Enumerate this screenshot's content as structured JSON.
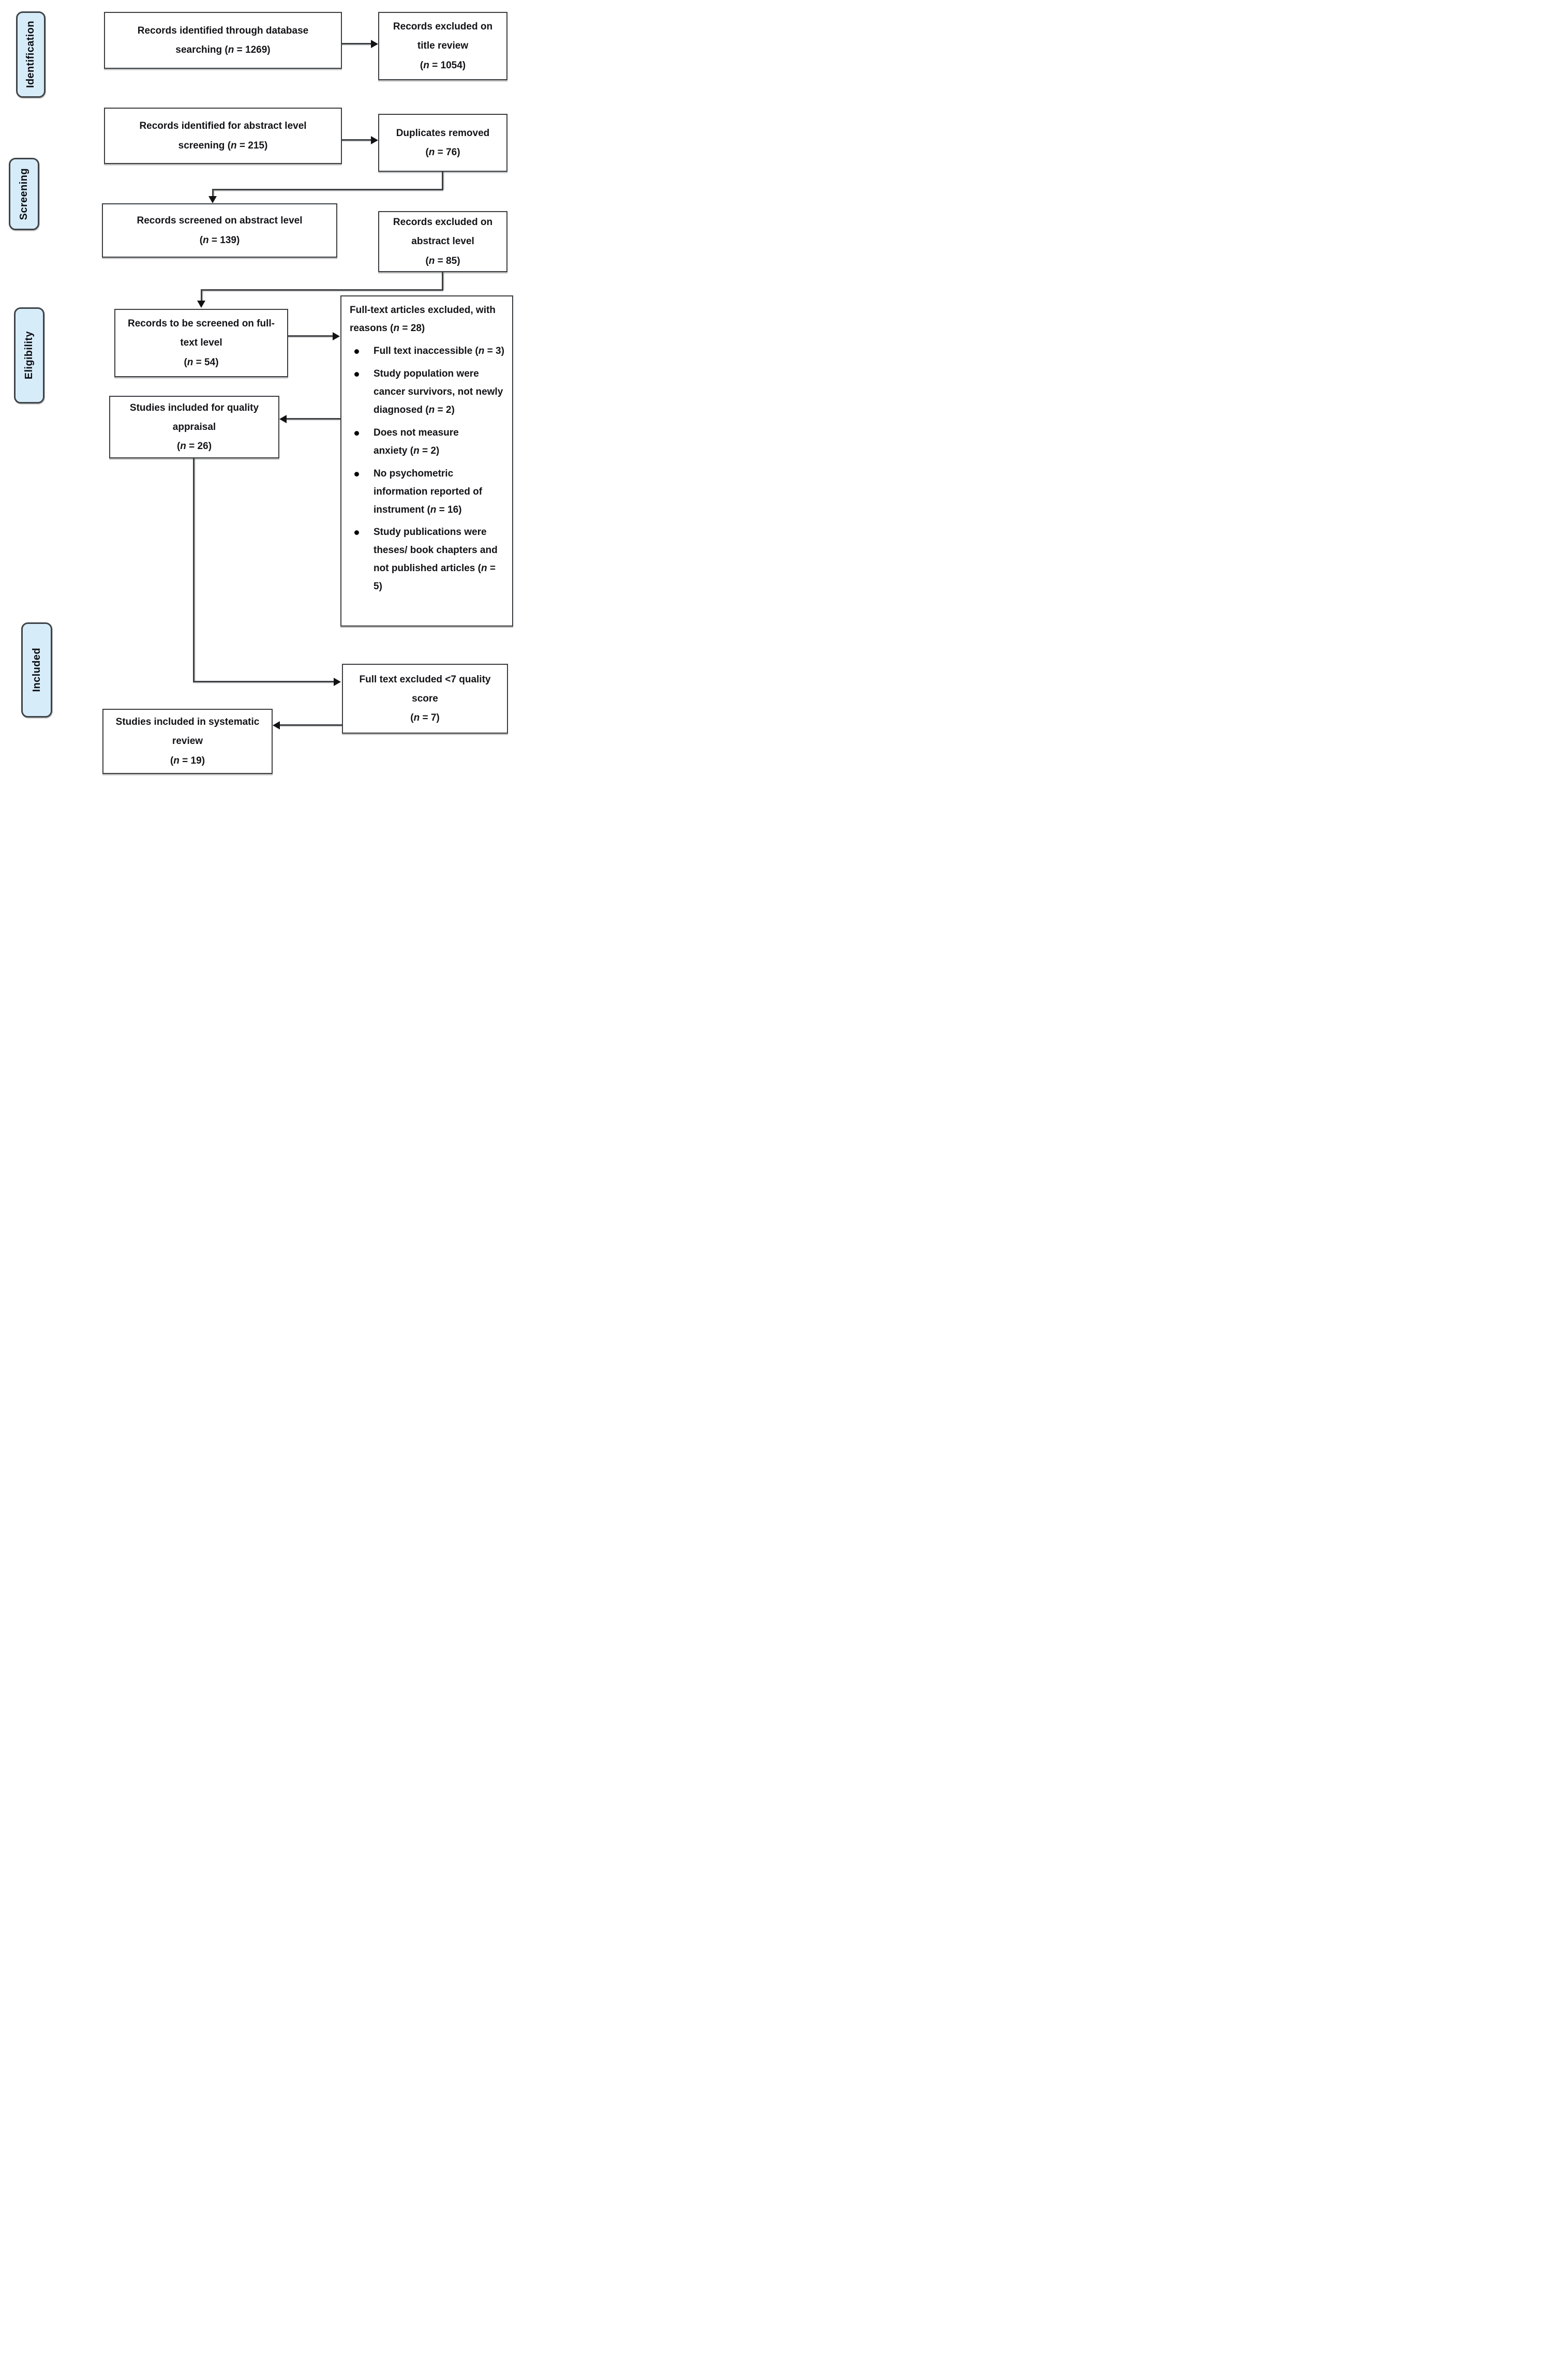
{
  "diagram": {
    "stages": [
      {
        "label": "Identification"
      },
      {
        "label": "Screening"
      },
      {
        "label": "Eligibility"
      },
      {
        "label": "Included"
      }
    ],
    "boxes": {
      "identified_database": {
        "text": "Records identified through database searching",
        "n": "1269",
        "n_inline": true
      },
      "excluded_title": {
        "text": "Records excluded on title review",
        "n": "1054",
        "n_inline": false
      },
      "identified_abstract": {
        "text": "Records identified for abstract level screening",
        "n": "215",
        "n_inline": true
      },
      "duplicates_removed": {
        "text": "Duplicates removed",
        "n": "76",
        "n_inline": false
      },
      "screened_abstract": {
        "text": "Records screened on abstract level",
        "n": "139",
        "n_inline": false
      },
      "excluded_abstract": {
        "text": "Records excluded on abstract level",
        "n": "85",
        "n_inline": false
      },
      "fulltext_screen": {
        "text": "Records to be screened on full-text level",
        "n": "54",
        "n_inline": false
      },
      "fulltext_excluded_reasons": {
        "text": "Full-text articles excluded, with reasons",
        "n": "28",
        "n_inline": true,
        "bullets": [
          {
            "text": "Full text inaccessible",
            "n": "3"
          },
          {
            "text": "Study population were cancer survivors, not newly diagnosed",
            "n": "2"
          },
          {
            "text": "Does not measure anxiety",
            "n": "2"
          },
          {
            "text": "No psychometric information reported of instrument",
            "n": "16"
          },
          {
            "text": "Study publications were theses/ book chapters and not published articles",
            "n": "5"
          }
        ]
      },
      "quality_appraisal": {
        "text": "Studies included for quality appraisal",
        "n": "26",
        "n_inline": false
      },
      "quality_excluded": {
        "text": "Full text excluded <7 quality score",
        "n": "7",
        "n_inline": false
      },
      "included_review": {
        "text": "Studies included in systematic review",
        "n": "19",
        "n_inline": false
      }
    }
  }
}
